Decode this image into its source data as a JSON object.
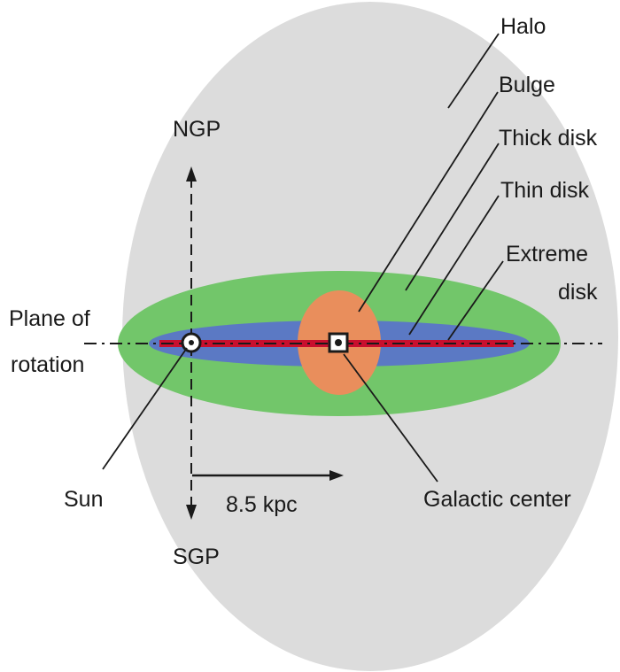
{
  "labels": {
    "halo": "Halo",
    "bulge": "Bulge",
    "thick_disk": "Thick disk",
    "thin_disk": "Thin disk",
    "extreme_disk_line1": "Extreme",
    "extreme_disk_line2": "disk",
    "ngp": "NGP",
    "sgp": "SGP",
    "plane_line1": "Plane of",
    "plane_line2": "rotation",
    "sun": "Sun",
    "distance": "8.5 kpc",
    "galactic_center": "Galactic center"
  },
  "colors": {
    "halo": "#dcdcdc",
    "thick_disk": "#72c66a",
    "thin_disk": "#5b79c4",
    "extreme_disk": "#c8102e",
    "bulge": "#e98e5c",
    "lines": "#1a1a1a"
  }
}
